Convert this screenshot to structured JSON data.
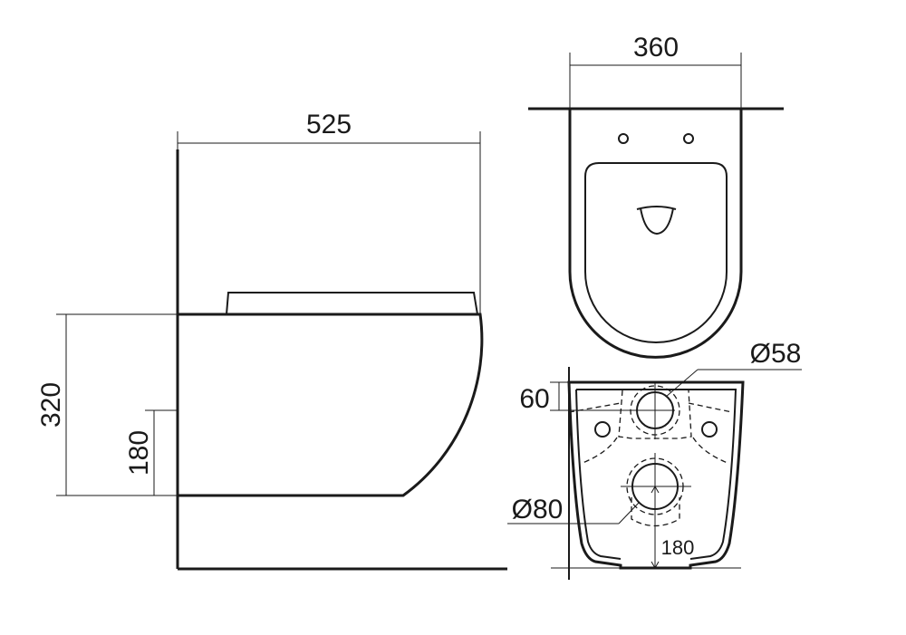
{
  "side_view": {
    "width_label": "525",
    "height_label": "320",
    "outlet_height_label": "180"
  },
  "top_view": {
    "width_label": "360"
  },
  "rear_view": {
    "inlet_diameter_label": "Ø58",
    "inlet_offset_label": "60",
    "outlet_diameter_label": "Ø80",
    "outlet_height_label": "180"
  },
  "colors": {
    "line": "#1a1a1a",
    "background": "#ffffff"
  }
}
